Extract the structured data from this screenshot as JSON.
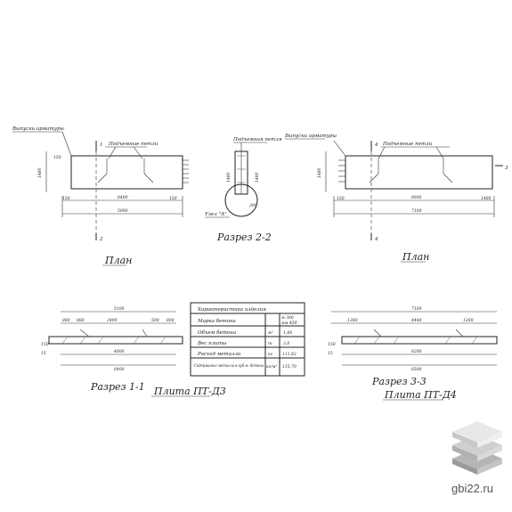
{
  "plan_left": {
    "label_outlets": "Выпуски арматуры",
    "label_loops": "Подъемные петли",
    "dim_width": "1480",
    "dim_side": "150",
    "dim_inner": "6400",
    "dim_right": "150",
    "dim_total": "5900",
    "section_mark_top": "1",
    "section_mark_bottom": "2",
    "title": "План"
  },
  "section_2_2": {
    "label_loops": "Подъемная петля",
    "label_outlets": "Выпуски арматуры",
    "dim_left": "1480",
    "dim_right": "1480",
    "dim_bottom": "300",
    "node_label": "Узел \"А\"",
    "title": "Разрез 2-2"
  },
  "plan_right": {
    "label_loops": "Подъемные петли",
    "dim_width": "1480",
    "dim_side": "150",
    "dim_inner": "6600",
    "dim_right": "1480",
    "dim_total": "7100",
    "section_mark_top": "4",
    "section_mark_bottom": "4",
    "section_mark_side": "3",
    "title": "План"
  },
  "section_1_1": {
    "dim_total": "5100",
    "dim_a": "880",
    "dim_b": "2490",
    "dim_c": "500",
    "dim_d": "800",
    "dim_bottom": "4800",
    "dim_bottom2": "6400",
    "dim_left": "150",
    "dim_left2": "15",
    "title": "Разрез 1-1",
    "product": "Плита ПТ-Д3"
  },
  "section_3_3": {
    "dim_total": "7100",
    "dim_a": "1260",
    "dim_b": "4440",
    "dim_c": "1260",
    "dim_bottom": "6200",
    "dim_bottom2": "6500",
    "dim_left": "150",
    "dim_left2": "15",
    "title": "Разрез 3-3",
    "product": "Плита ПТ-Д4"
  },
  "spec_table": {
    "header": "Характеристика изделия",
    "col_head1": "м 300",
    "col_head2": "мм 450",
    "rows": [
      {
        "name": "Марка бетона",
        "unit": "",
        "value": ""
      },
      {
        "name": "Объем бетона",
        "unit": "м³",
        "value": "1,48"
      },
      {
        "name": "Вес плиты",
        "unit": "т",
        "value": "3,8"
      },
      {
        "name": "Расход металла",
        "unit": "кг",
        "value": "111,62"
      },
      {
        "name": "Содержание металла в куб.м. бетона",
        "unit": "кг/м³",
        "value": "115,70"
      }
    ]
  },
  "watermark": {
    "site": "gbi22.ru",
    "logo_colors": [
      "#e8e8e8",
      "#cfcfcf",
      "#b5b5b5"
    ]
  }
}
